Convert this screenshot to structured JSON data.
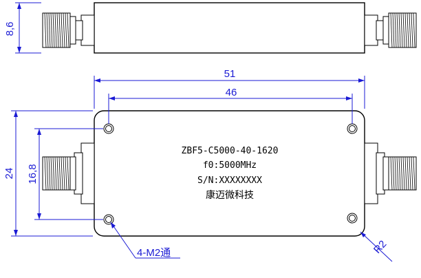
{
  "dimensions": {
    "height_side": "8,6",
    "length_overall": "51",
    "hole_spacing_x": "46",
    "width_overall": "24",
    "hole_spacing_y": "16,8",
    "corner_radius": "R2",
    "mount_holes": "4-M2通"
  },
  "label": {
    "model": "ZBF5-C5000-40-1620",
    "frequency": "f0:5000MHz",
    "serial": "S/N:XXXXXXXX",
    "brand": "康迈微科技"
  },
  "colors": {
    "dimension": "#1a1ad4",
    "outline": "#000000"
  }
}
